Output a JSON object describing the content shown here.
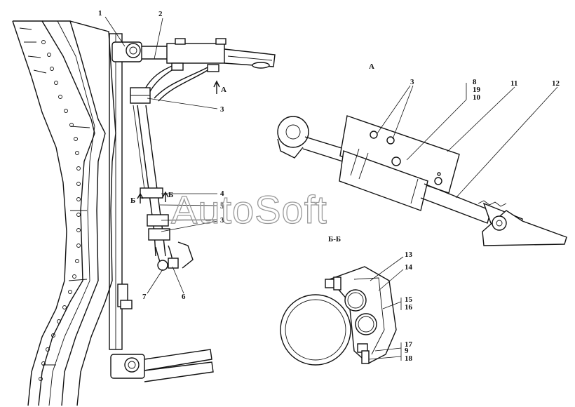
{
  "watermark": "AutoSoft",
  "view_labels": {
    "view_a": "А",
    "arrow_a": "А",
    "section_bb": "Б-Б",
    "arrow_b_left": "Б",
    "arrow_b_right": "Б"
  },
  "callouts": {
    "c1": "1",
    "c2": "2",
    "c3_top": "3",
    "c4": "4",
    "c5": "5",
    "c3_mid": "3",
    "c6": "6",
    "c7": "7",
    "a3": "3",
    "a8": "8",
    "a19": "19",
    "a10": "10",
    "a11": "11",
    "a12": "12",
    "b13": "13",
    "b14": "14",
    "b15": "15",
    "b16": "16",
    "b17": "17",
    "b9": "9",
    "b18": "18"
  }
}
